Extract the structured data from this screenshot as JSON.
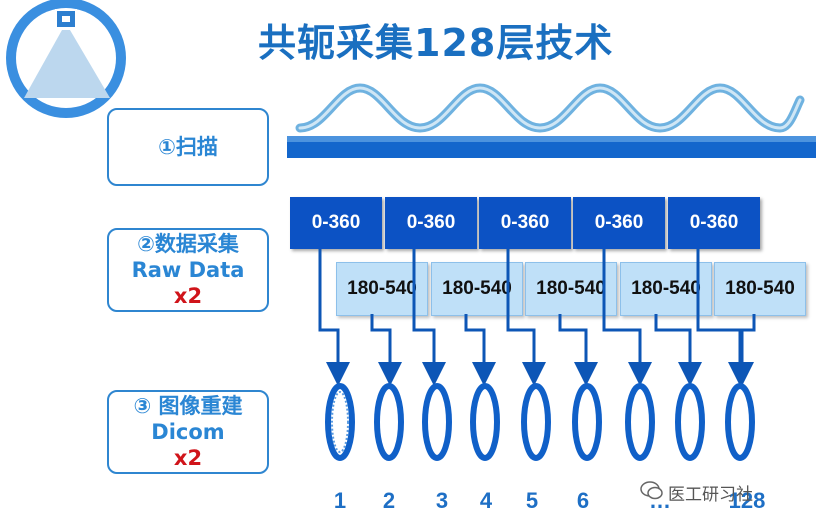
{
  "title": "共轭采集128层技术",
  "steps": [
    {
      "lines": [
        "①扫描"
      ],
      "red": ""
    },
    {
      "lines": [
        "②数据采集",
        "Raw Data"
      ],
      "red": "x2"
    },
    {
      "lines": [
        "③ 图像重建",
        "Dicom"
      ],
      "red": "x2"
    }
  ],
  "acq_top": [
    "0-360",
    "0-360",
    "0-360",
    "0-360",
    "0-360"
  ],
  "acq_bottom": [
    "180-540",
    "180-540",
    "180-540",
    "180-540",
    "180-540"
  ],
  "slice_numbers": [
    "1",
    "2",
    "3",
    "4",
    "5",
    "6",
    "…",
    "128"
  ],
  "watermark": "医工研习社",
  "colors": {
    "title": "#1a6fc0",
    "dark_box": "#0c52c4",
    "light_box": "#bfe0f8",
    "ring": "#1060c8",
    "red": "#d0141a"
  }
}
